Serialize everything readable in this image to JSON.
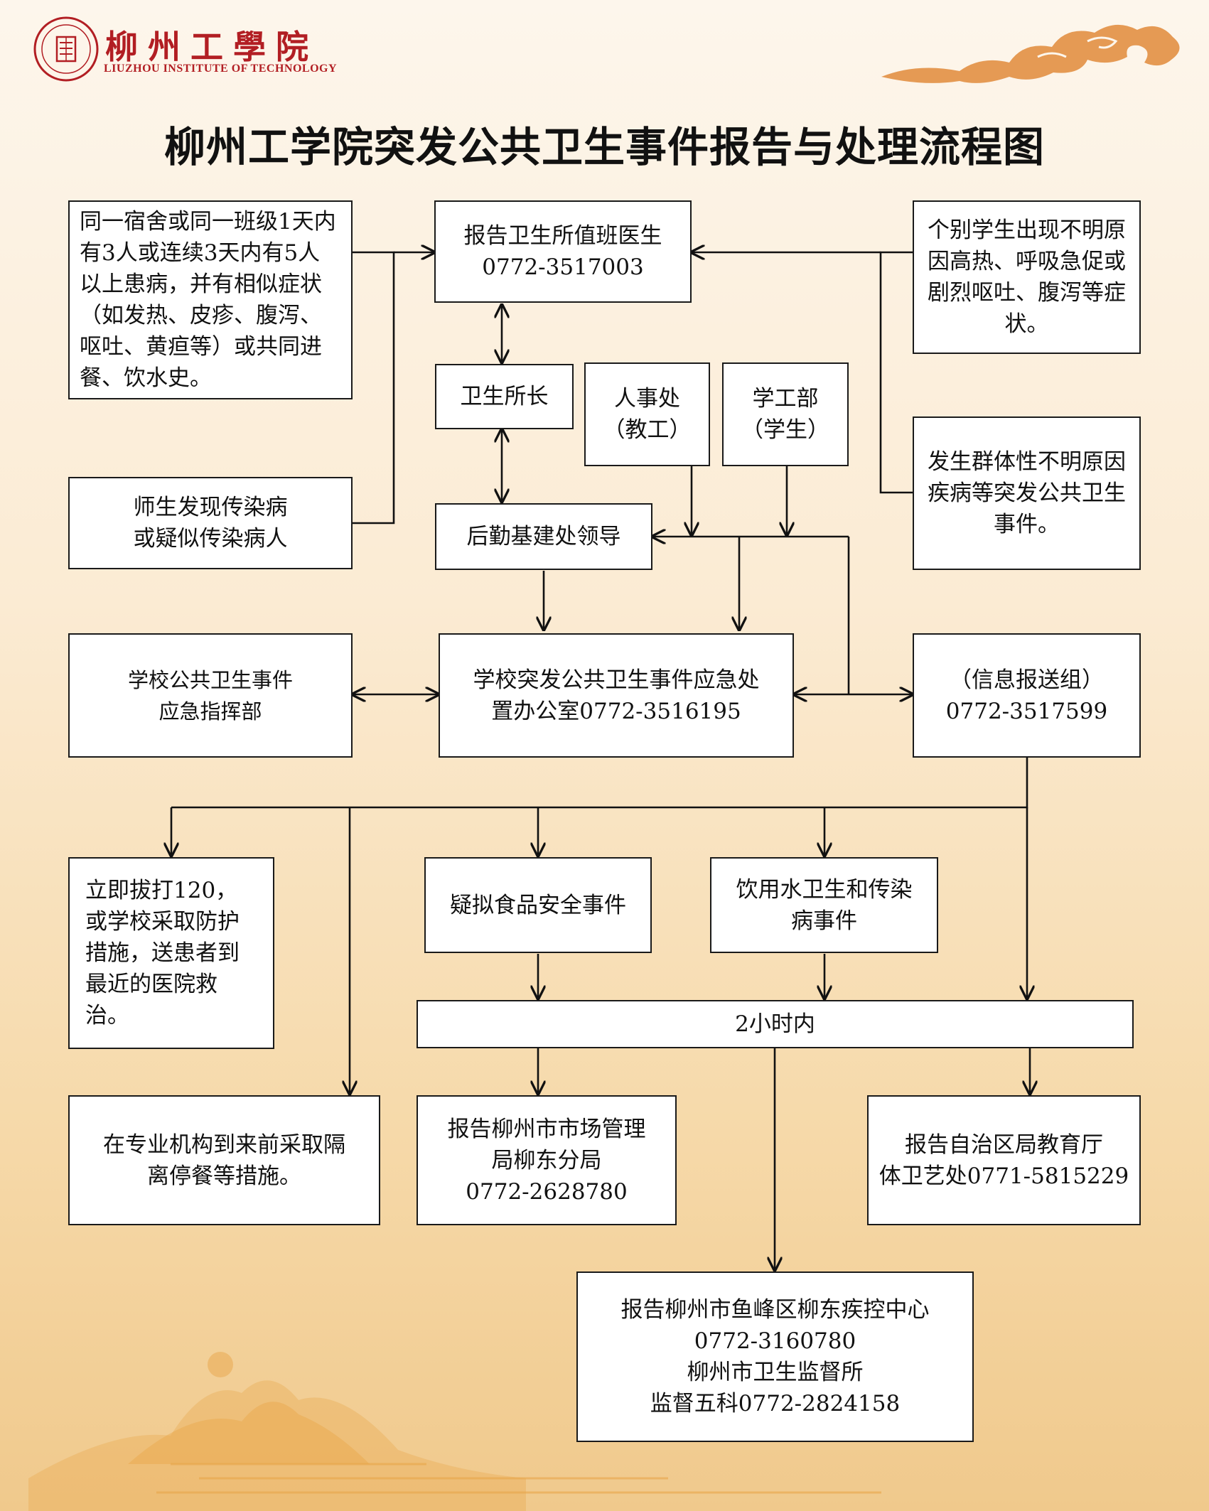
{
  "header": {
    "logo_cn": "柳州工學院",
    "logo_en": "LIUZHOU INSTITUTE OF TECHNOLOGY"
  },
  "title": "柳州工学院突发公共卫生事件报告与处理流程图",
  "nodes": {
    "trigger_cluster": "同一宿舍或同一班级1天内有3人或连续3天内有5人以上患病，并有相似症状（如发热、皮疹、腹泻、呕吐、黄疸等）或共同进餐、饮水史。",
    "trigger_teacher_student": "师生发现传染病\n或疑似传染病人",
    "report_doctor": "报告卫生所值班医生\n0772-3517003",
    "trigger_individual": "个别学生出现不明原因高热、呼吸急促或剧烈呕吐、腹泻等症状。",
    "trigger_group": "发生群体性不明原因疾病等突发公共卫生事件。",
    "clinic_head": "卫生所长",
    "hr_office": "人事处\n（教工）",
    "student_affairs": "学工部\n（学生）",
    "logistics_leader": "后勤基建处领导",
    "command_center": "学校公共卫生事件\n应急指挥部",
    "emergency_office": "学校突发公共卫生事件应急处\n置办公室0772-3516195",
    "info_group": "（信息报送组）\n0772-3517599",
    "call_120": "立即拔打120，或学校采取防护措施，送患者到最近的医院救治。",
    "food_safety": "疑拟食品安全事件",
    "water_infectious": "饮用水卫生和传染\n病事件",
    "two_hours": "2小时内",
    "isolation": "在专业机构到来前采取隔\n离停餐等措施。",
    "market_bureau": "报告柳州市市场管理\n局柳东分局\n0772-2628780",
    "education_dept": "报告自治区局教育厅\n体卫艺处0771-5815229",
    "cdc": "报告柳州市鱼峰区柳东疾控中心\n0772-3160780\n柳州市卫生监督所\n监督五科0772-2824158"
  },
  "colors": {
    "brand_red": "#b21e23",
    "cloud_orange": "#e08a3a",
    "hill_gold": "#e8a64a"
  }
}
